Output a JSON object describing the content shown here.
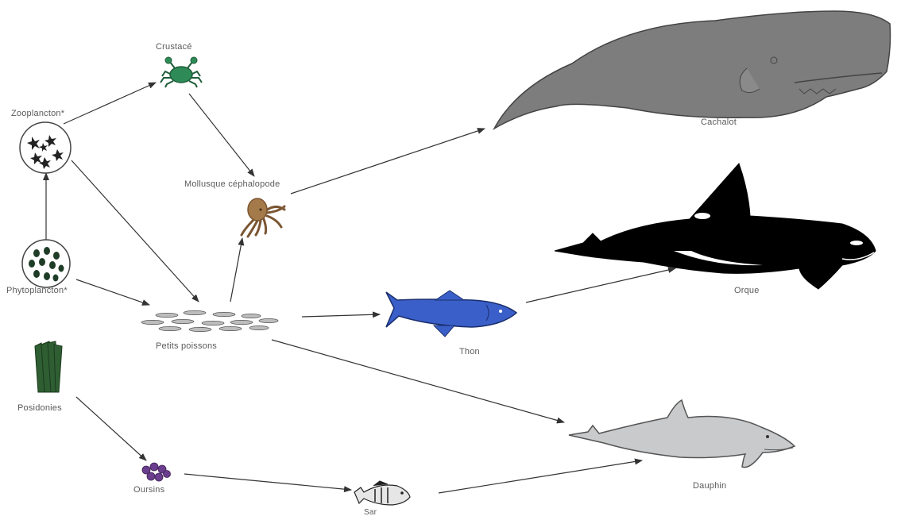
{
  "nodes": {
    "crustace": "Crustacé",
    "zooplancton": "Zooplancton*",
    "mollusque": "Mollusque céphalopode",
    "phytoplancton": "Phytoplancton*",
    "petits_poissons": "Petits poissons",
    "thon": "Thon",
    "cachalot": "Cachalot",
    "orque": "Orque",
    "posidonies": "Posidonies",
    "oursins": "Oursins",
    "sar": "Sar",
    "dauphin": "Dauphin"
  },
  "edges": [
    {
      "from": "Zooplancton*",
      "to": "Crustacé"
    },
    {
      "from": "Phytoplancton*",
      "to": "Zooplancton*"
    },
    {
      "from": "Crustacé",
      "to": "Mollusque céphalopode"
    },
    {
      "from": "Zooplancton*",
      "to": "Petits poissons"
    },
    {
      "from": "Phytoplancton*",
      "to": "Petits poissons"
    },
    {
      "from": "Petits poissons",
      "to": "Mollusque céphalopode"
    },
    {
      "from": "Mollusque céphalopode",
      "to": "Cachalot"
    },
    {
      "from": "Petits poissons",
      "to": "Thon"
    },
    {
      "from": "Thon",
      "to": "Orque"
    },
    {
      "from": "Petits poissons",
      "to": "Dauphin"
    },
    {
      "from": "Posidonies",
      "to": "Oursins"
    },
    {
      "from": "Oursins",
      "to": "Sar"
    },
    {
      "from": "Sar",
      "to": "Dauphin"
    }
  ],
  "colors": {
    "arrow": "#333333",
    "label": "#5a5a5a",
    "crab": "#2e8b57",
    "octopus": "#a57a4a",
    "tuna": "#3a5fc8",
    "sperm_whale": "#7d7d7d",
    "orca": "#000000",
    "dolphin": "#c8cacc",
    "seagrass": "#2f5e32",
    "urchin": "#6a3d8f",
    "sar": "#222222"
  }
}
